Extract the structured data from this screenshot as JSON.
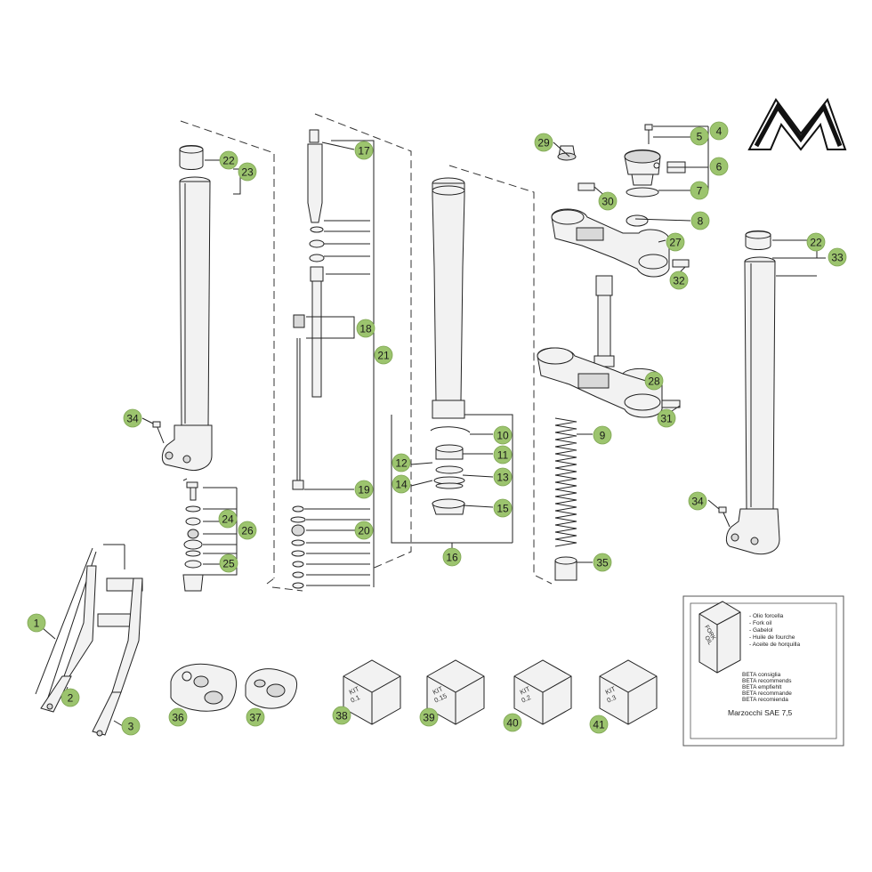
{
  "logo": {
    "letter": "M",
    "brand": "Marzocchi"
  },
  "kits": [
    {
      "num": "38",
      "label": "KIT",
      "value": "0.1"
    },
    {
      "num": "39",
      "label": "KIT",
      "value": "0.15"
    },
    {
      "num": "40",
      "label": "KIT",
      "value": "0.2"
    },
    {
      "num": "41",
      "label": "KIT",
      "value": "0.3"
    }
  ],
  "oil_box": {
    "can_label_1": "FORK",
    "can_label_2": "OIL",
    "languages": [
      "- Olio forcella",
      "- Fork oil",
      "- Gabelol",
      "- Huile de fourche",
      "- Aceite de horquilla"
    ],
    "recommend": [
      "BETA consiglia",
      "BETA recommends",
      "BETA empfiehlt",
      "BETA recommande",
      "BETA recomienda"
    ],
    "product": "Marzocchi SAE 7,5"
  },
  "badges": {
    "b1": "1",
    "b2": "2",
    "b3": "3",
    "b4": "4",
    "b5": "5",
    "b6": "6",
    "b7": "7",
    "b8": "8",
    "b9": "9",
    "b10": "10",
    "b11": "11",
    "b12": "12",
    "b13": "13",
    "b14": "14",
    "b15": "15",
    "b16": "16",
    "b17": "17",
    "b18": "18",
    "b19": "19",
    "b20": "20",
    "b21": "21",
    "b22a": "22",
    "b22b": "22",
    "b23": "23",
    "b24": "24",
    "b25": "25",
    "b26": "26",
    "b27": "27",
    "b28": "28",
    "b29": "29",
    "b30": "30",
    "b31": "31",
    "b32": "32",
    "b33": "33",
    "b34a": "34",
    "b34b": "34",
    "b35": "35",
    "b36": "36",
    "b37": "37",
    "b38": "38",
    "b39": "39",
    "b40": "40",
    "b41": "41"
  },
  "colors": {
    "badge_fill": "#9cc46e",
    "line": "#222222",
    "background": "#ffffff"
  }
}
